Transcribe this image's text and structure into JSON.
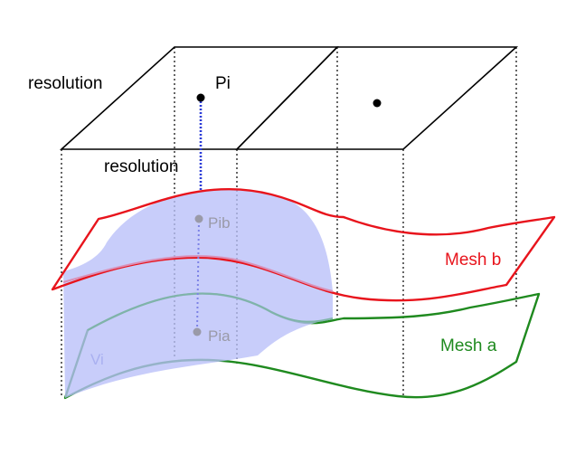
{
  "labels": {
    "resolution_top": "resolution",
    "resolution_side": "resolution",
    "pi": "Pi",
    "pib": "Pib",
    "pia": "Pia",
    "vi": "Vi",
    "mesh_b": "Mesh b",
    "mesh_a": "Mesh a"
  },
  "colors": {
    "mesh_b": "#e8141c",
    "mesh_a": "#1f8a1f",
    "volume_fill": "#b8bff8",
    "probe_line": "#2a3ad6",
    "point_grey": "#9a9aa8",
    "vi_label": "#a9b0f0",
    "lines": "#000000"
  }
}
